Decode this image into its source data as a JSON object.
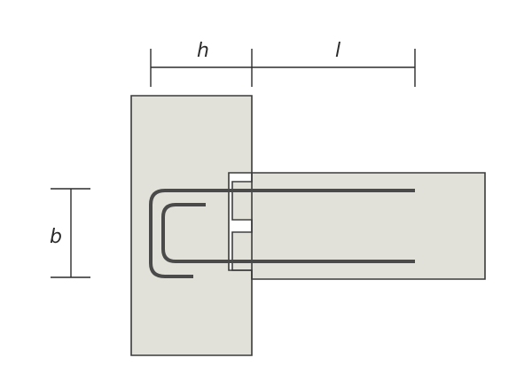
{
  "labels": {
    "h": "h",
    "l": "l",
    "b": "b"
  },
  "colors": {
    "concrete": "#e1e1d9",
    "edge": "#3a3a3a",
    "rebar": "#4a4a4a",
    "dimension": "#2b2b2b",
    "background": "#ffffff"
  }
}
